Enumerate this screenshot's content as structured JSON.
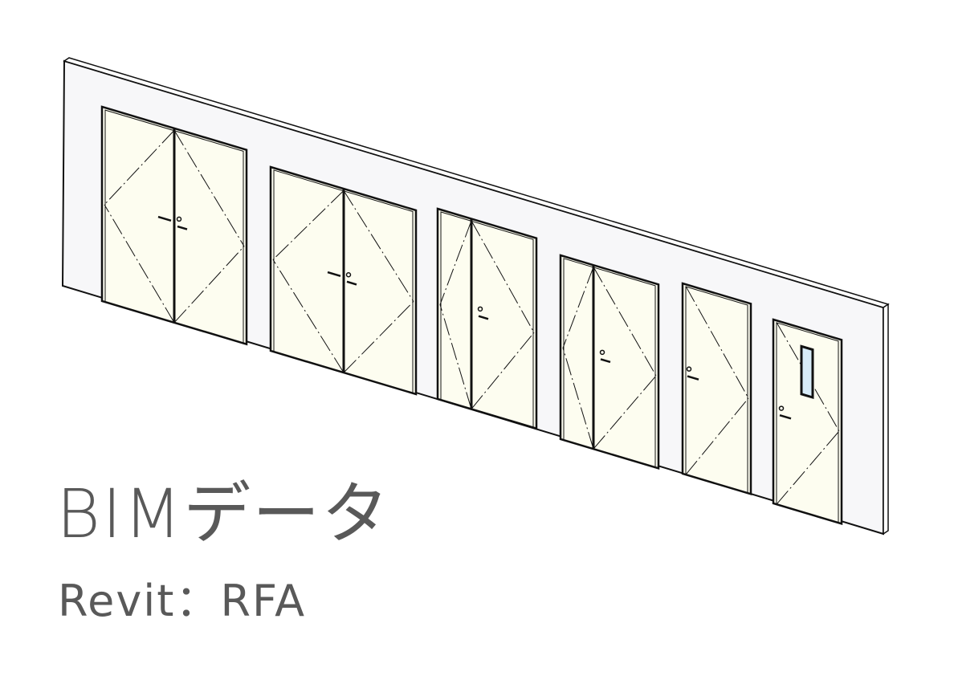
{
  "title": "BIMデータ",
  "subtitle": "Revit：RFA",
  "colors": {
    "wall": "#f7f7f9",
    "door_panel": "#fdfdf0",
    "line": "#111111",
    "text": "#595959",
    "glass": "#d8ecf8"
  },
  "doors": [
    {
      "type": "double",
      "icon": "double-door-icon"
    },
    {
      "type": "double",
      "icon": "double-door-icon"
    },
    {
      "type": "unequal-double",
      "icon": "unequal-double-door-icon"
    },
    {
      "type": "unequal-double",
      "icon": "unequal-double-door-icon"
    },
    {
      "type": "single",
      "icon": "single-door-icon"
    },
    {
      "type": "single-vision-panel",
      "icon": "vision-panel-door-icon"
    }
  ]
}
